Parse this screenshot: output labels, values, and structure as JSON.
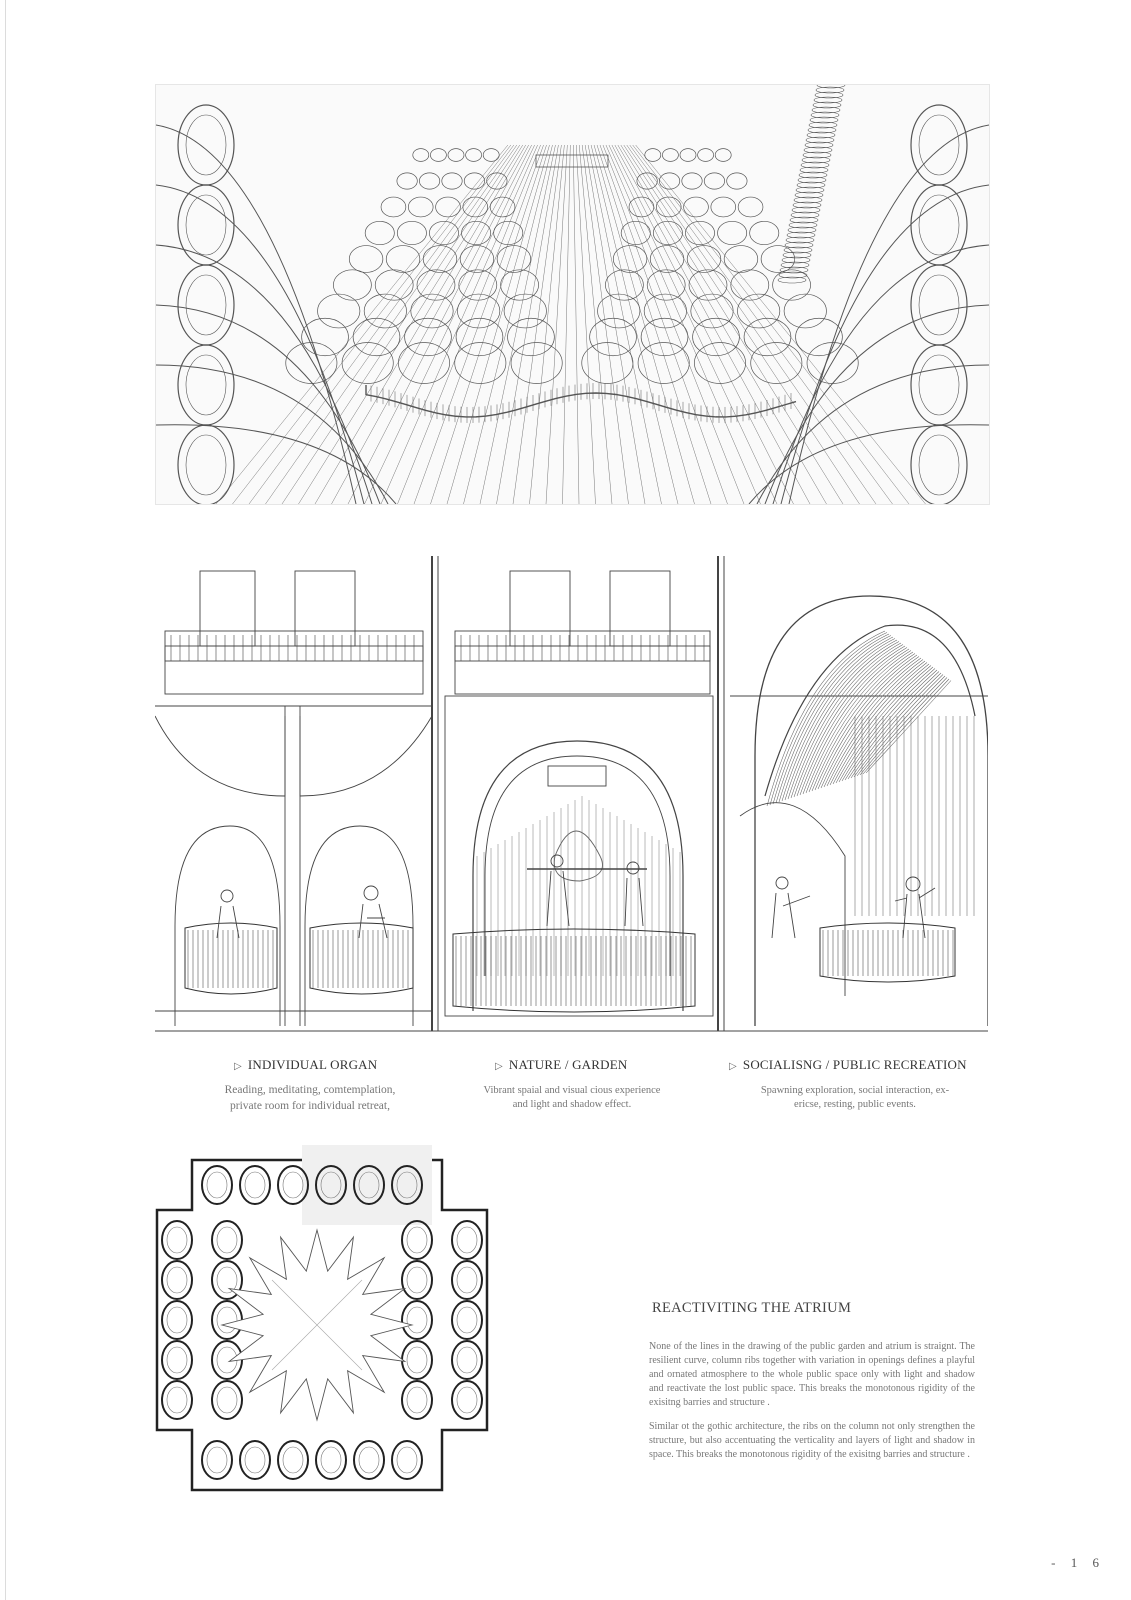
{
  "captions": [
    {
      "title": "INDIVIDUAL ORGAN",
      "lines": [
        "Reading, meditating, comtemplation,",
        "private room for individual retreat,"
      ]
    },
    {
      "title": "NATURE / GARDEN",
      "lines": [
        "Vibrant spaial and visual cious experience",
        "and light and shadow effect."
      ]
    },
    {
      "title": "SOCIALISNG / PUBLIC RECREATION",
      "lines": [
        "Spawning exploration, social interaction, ex-",
        "ericse, resting, public events."
      ]
    }
  ],
  "atrium": {
    "title": "REACTIVITING THE ATRIUM",
    "paragraph1": "None of the lines in the drawing of the public garden and atrium is straignt. The resilient curve, column ribs together with variation in openings defines a playful and ornated atmosphere to the whole public space only with light and shadow and reactivate the lost public space. This breaks the monotonous rigidity of the exisitng barries and structure .",
    "paragraph2": "Similar ot the gothic architecture, the ribs on the column not only strengthen the structure, but also accentuating the verticality and layers of light and shadow in space. This breaks the monotonous rigidity of the exisitng barries and structure ."
  },
  "page_number": "- 1 6",
  "icons": {
    "caption_marker": "triangle-right-outline-icon",
    "plan_marker": "triangle-right-outline-icon"
  }
}
